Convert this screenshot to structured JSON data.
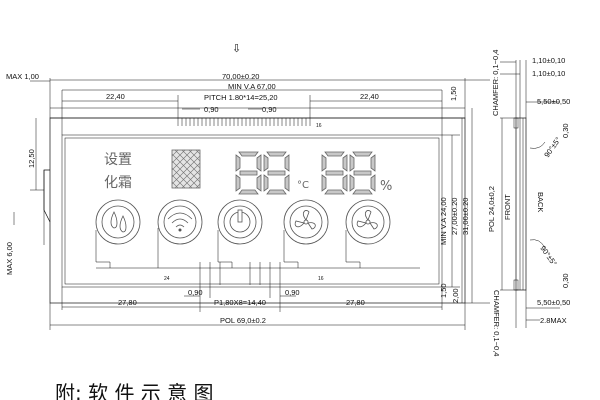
{
  "top_marker": "⇩",
  "dims": {
    "max_top": "MAX 1,00",
    "overall_width": "70,00±0.20",
    "min_va_width": "MIN V.A 67,00",
    "left_offset": "22,40",
    "right_offset": "22,40",
    "pitch": "PITCH 1.80*14=25,20",
    "pin_gap_left": "0,90",
    "pin_gap_right": "0,90",
    "left_height": "12,50",
    "max_left": "MAX 6,00",
    "top_right_gap": "1,50",
    "right_va": "MIN V.A 24,00",
    "right_27": "27,00±0.20",
    "right_31": "31,00±0.20",
    "bottom_right_gap": "1,50",
    "bottom_right_2": "2,00",
    "bottom_pin_left": "0,90",
    "bottom_pitch": "P1,80X8=14,40",
    "bottom_pin_right": "0,90",
    "bottom_left": "27,80",
    "bottom_right": "27,80",
    "pol": "POL 69,0±0.2"
  },
  "side": {
    "t1": "1,10±0,10",
    "t2": "1,10±0,10",
    "chamfer_top": "CHAMFER: 0,1~0,4",
    "w550_top": "5,50±0,50",
    "gap_030_top": "0,30",
    "angle_top": "90°±5°",
    "pol_label": "POL 24,0±0,2",
    "front": "FRONT",
    "back": "BACK",
    "angle_bottom": "90°±5°",
    "gap_030_bottom": "0,30",
    "w550_bottom": "5,50±0,50",
    "chamfer_bottom": "CHAMFER: 0,1~0,4",
    "max_28": "2.8MAX"
  },
  "lcd": {
    "label_set": "设置",
    "label_chem": "化霜",
    "digits_left": "88",
    "unit_c": "°C",
    "digits_right": "88",
    "unit_pct": "%",
    "pin_top": "16",
    "pin_bottom_left": "24",
    "pin_bottom_right": "16",
    "icons": [
      "water-drop-icon",
      "wifi-icon",
      "power-icon",
      "fan-icon",
      "fan-icon"
    ]
  },
  "footer_text": "附: 软 件 示 意 图"
}
